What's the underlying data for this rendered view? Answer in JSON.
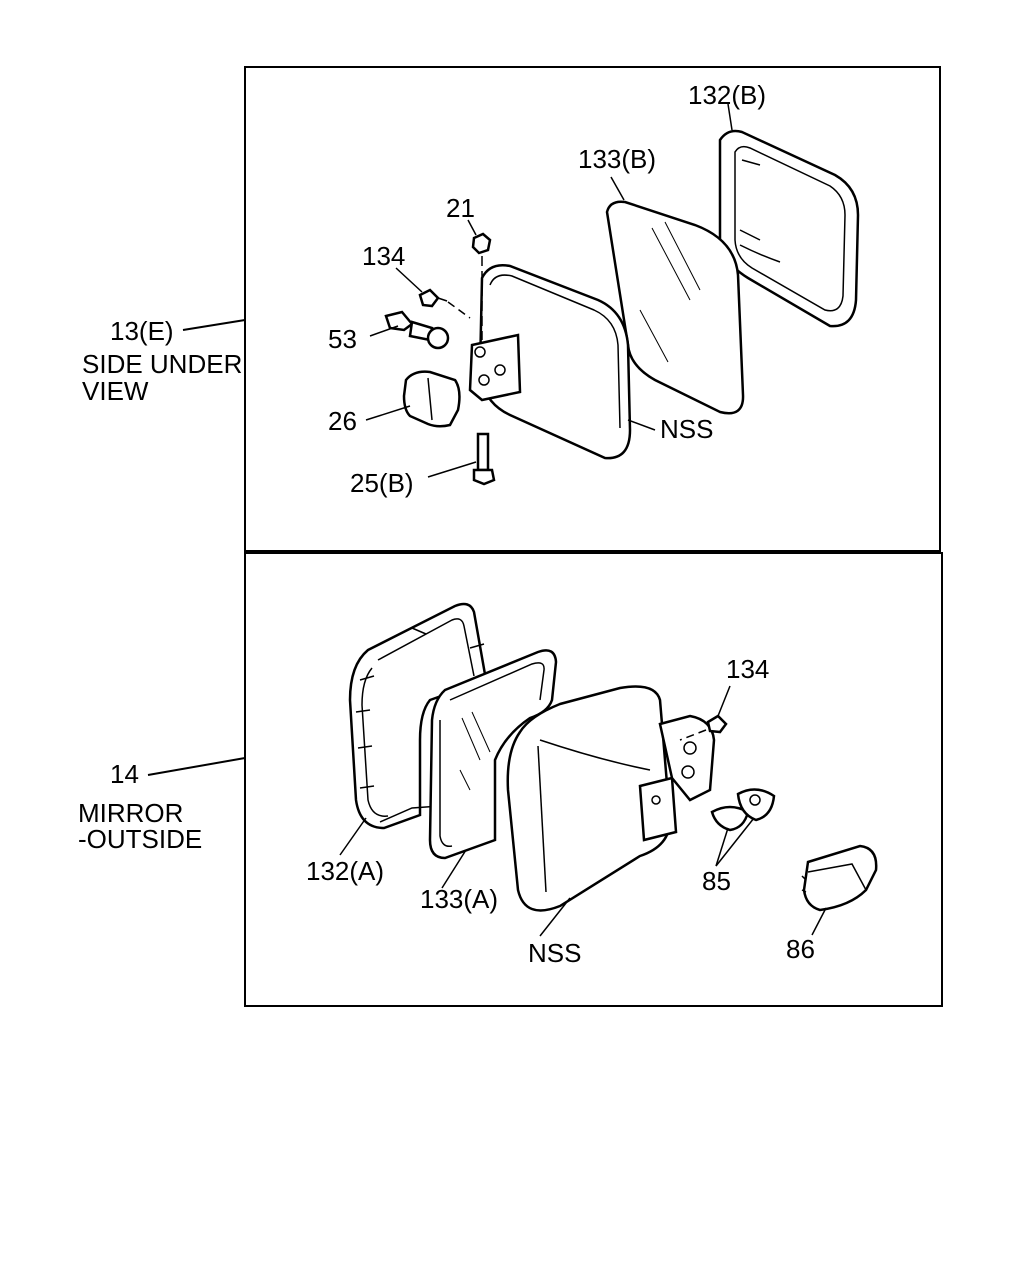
{
  "upper_panel": {
    "callout_ref": "13(E)",
    "view_line1": "SIDE UNDER",
    "view_line2": "VIEW",
    "parts": {
      "rim": "132(B)",
      "glass": "133(B)",
      "nut": "21",
      "screw": "134",
      "bulb": "53",
      "lamp_cover": "26",
      "bolt": "25(B)",
      "housing": "NSS"
    }
  },
  "lower_panel": {
    "callout_ref": "14",
    "title_line1": "MIRROR",
    "title_line2": "-OUTSIDE",
    "parts": {
      "rim": "132(A)",
      "glass": "133(A)",
      "housing": "NSS",
      "screw": "134",
      "clamp": "85",
      "lamp_cover": "86"
    }
  }
}
